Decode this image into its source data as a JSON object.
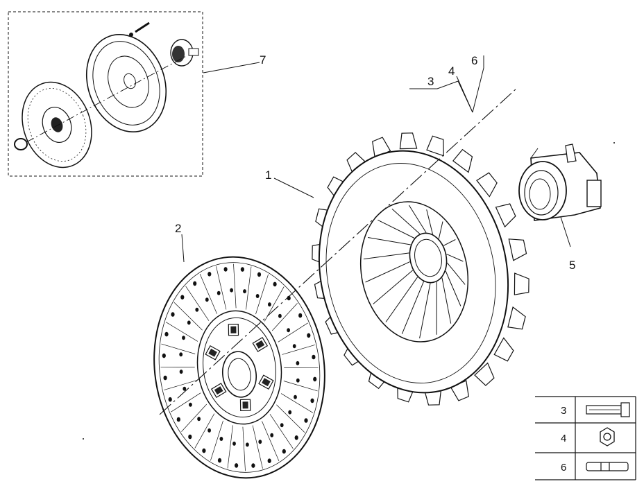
{
  "callouts": {
    "clutch_cover": "1",
    "clutch_disc": "2",
    "bolt": "3",
    "nut": "4",
    "release_bearing": "5",
    "stud": "6",
    "clutch_kit": "7"
  },
  "legend_table": {
    "rows": [
      {
        "number": "3",
        "icon": "bolt-icon"
      },
      {
        "number": "4",
        "icon": "hex-nut-icon"
      },
      {
        "number": "6",
        "icon": "stud-icon"
      }
    ]
  }
}
